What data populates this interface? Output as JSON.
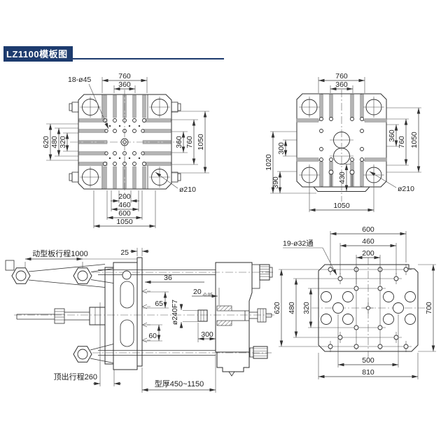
{
  "title": {
    "text": "LZ1100模板图"
  },
  "front_view": {
    "label_holes": "18-ø45",
    "label_tiebar": "ø210",
    "dim_top_outer": "760",
    "dim_top_inner": "360",
    "dim_left_outer": "620",
    "dim_left_mid": "480",
    "dim_left_inner": "320",
    "dim_right_inner": "360",
    "dim_right_mid": "760",
    "dim_right_outer": "1050",
    "dim_bottom_1": "200",
    "dim_bottom_2": "460",
    "dim_bottom_3": "600",
    "dim_bottom_4": "1050"
  },
  "rear_view": {
    "label_tiebar": "ø210",
    "dim_top_outer": "760",
    "dim_top_inner": "360",
    "dim_left_outer": "1020",
    "dim_left_inner": "300",
    "dim_left_lower": "390",
    "dim_right_inner": "360",
    "dim_right_mid": "760",
    "dim_right_outer": "1050",
    "dim_center_vert": "430",
    "dim_bottom": "1050"
  },
  "side_view": {
    "label_stroke": "动型板行程1000",
    "dim_25": "25",
    "dim_36": "36",
    "dim_20": "20",
    "dim_20_tol": "-0.05",
    "dim_65": "65",
    "dim_60": "60",
    "label_ring": "ø240F7",
    "dim_300": "300",
    "label_ejector": "顶出行程260",
    "label_thickness": "型厚450~1150"
  },
  "ejector_view": {
    "label_holes": "19-ø32通",
    "dim_top_1": "600",
    "dim_top_2": "460",
    "dim_top_3": "200",
    "dim_left_outer": "620",
    "dim_left_mid": "480",
    "dim_left_inner": "320",
    "dim_right": "700",
    "dim_bottom_1": "500",
    "dim_bottom_2": "810"
  }
}
